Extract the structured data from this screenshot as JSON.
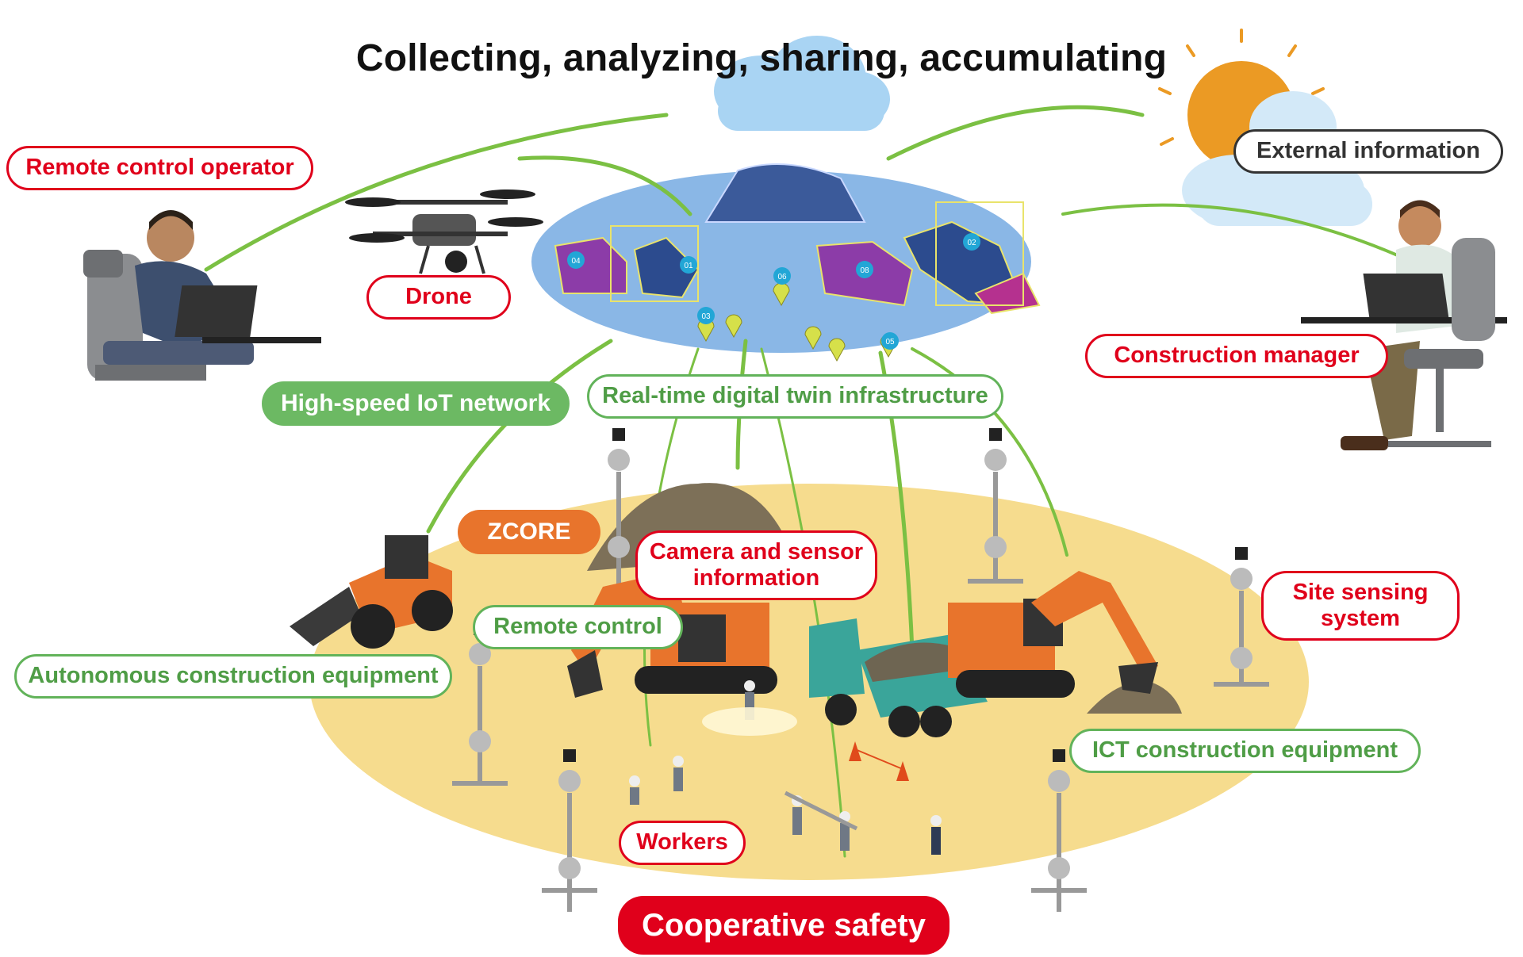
{
  "title": "Collecting, analyzing, sharing, accumulating",
  "labels": {
    "remote_control_operator": "Remote control operator",
    "drone": "Drone",
    "external_information": "External information",
    "construction_manager": "Construction manager",
    "high_speed_iot_network": "High-speed IoT network",
    "real_time_digital_twin": "Real-time digital twin infrastructure",
    "zcore": "ZCORE",
    "camera_sensor_line1": "Camera and sensor",
    "camera_sensor_line2": "information",
    "remote_control": "Remote control",
    "site_sensing_line1": "Site sensing",
    "site_sensing_line2": "system",
    "autonomous_equipment": "Autonomous construction equipment",
    "ict_equipment": "ICT construction equipment",
    "workers": "Workers",
    "cooperative_safety": "Cooperative safety"
  },
  "digital_twin_markers": [
    "01",
    "02",
    "03",
    "04",
    "05",
    "06",
    "08"
  ],
  "colors": {
    "red": "#e0001b",
    "green": "#62b35a",
    "orange": "#e8742c",
    "site_ground": "#f6dc8e",
    "digital_twin_disc": "#8ab7e6"
  },
  "icons": [
    "operator-person-icon",
    "drone-icon",
    "sun-icon",
    "cloud-icon",
    "manager-person-icon",
    "excavator-icon",
    "dump-truck-icon",
    "wheel-loader-icon",
    "sensor-pole-icon",
    "worker-icon",
    "traffic-cone-icon"
  ]
}
